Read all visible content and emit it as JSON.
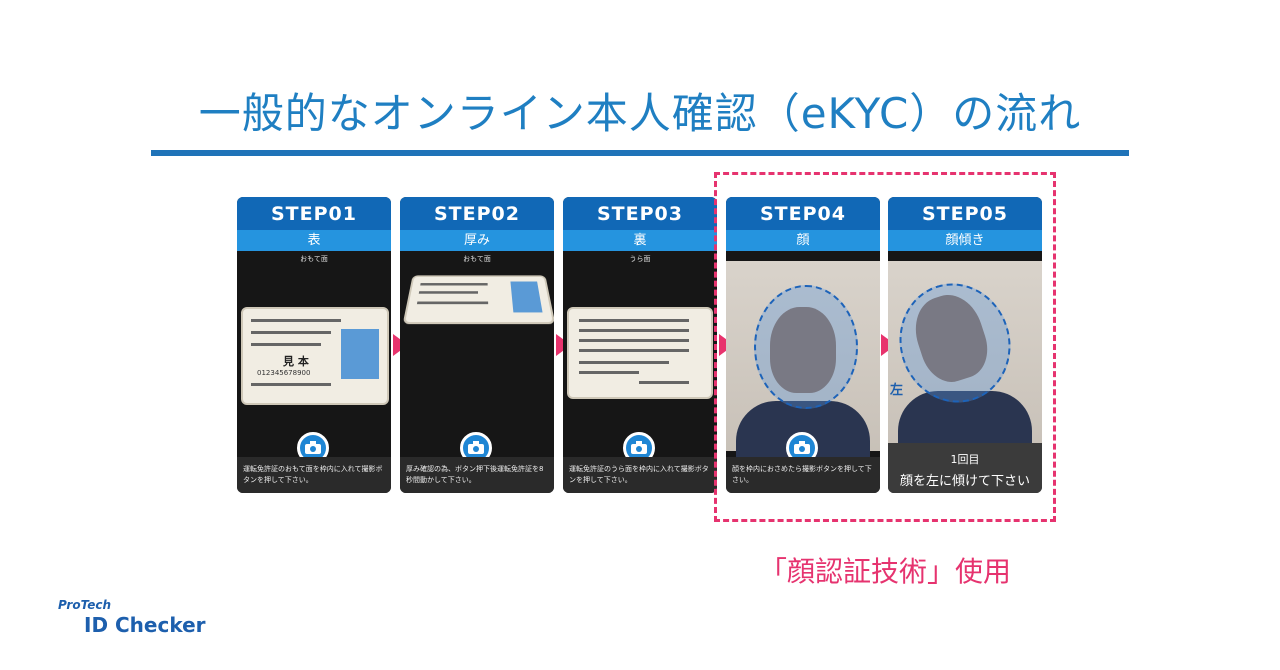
{
  "title": "一般的なオンライン本人確認（eKYC）の流れ",
  "steps": [
    {
      "step": "STEP01",
      "label": "表",
      "hint": "おもて面",
      "instruction": "運転免許証のおもて面を枠内に入れて撮影ボタンを押して下さい。"
    },
    {
      "step": "STEP02",
      "label": "厚み",
      "hint": "おもて面",
      "instruction": "厚み確認の為、ボタン押下後運転免許証を8秒間動かして下さい。"
    },
    {
      "step": "STEP03",
      "label": "裏",
      "hint": "うら面",
      "instruction": "運転免許証のうら面を枠内に入れて撮影ボタンを押して下さい。"
    },
    {
      "step": "STEP04",
      "label": "顔",
      "hint": "",
      "instruction": "顔を枠内におさめたら撮影ボタンを押して下さい。"
    },
    {
      "step": "STEP05",
      "label": "顔傾き",
      "hint": "",
      "count": "1回目",
      "instruction": "顔を左に傾けて下さい",
      "side_label": "左"
    }
  ],
  "id_card": {
    "name": "見 本",
    "number": "012345678900"
  },
  "highlight_caption": "「顔認証技術」使用",
  "logo": {
    "small": "ProTech",
    "big": "ID Checker"
  },
  "colors": {
    "title": "#1f7fc2",
    "step_header": "#1168b6",
    "step_sub": "#2594df",
    "highlight": "#e6336f"
  }
}
